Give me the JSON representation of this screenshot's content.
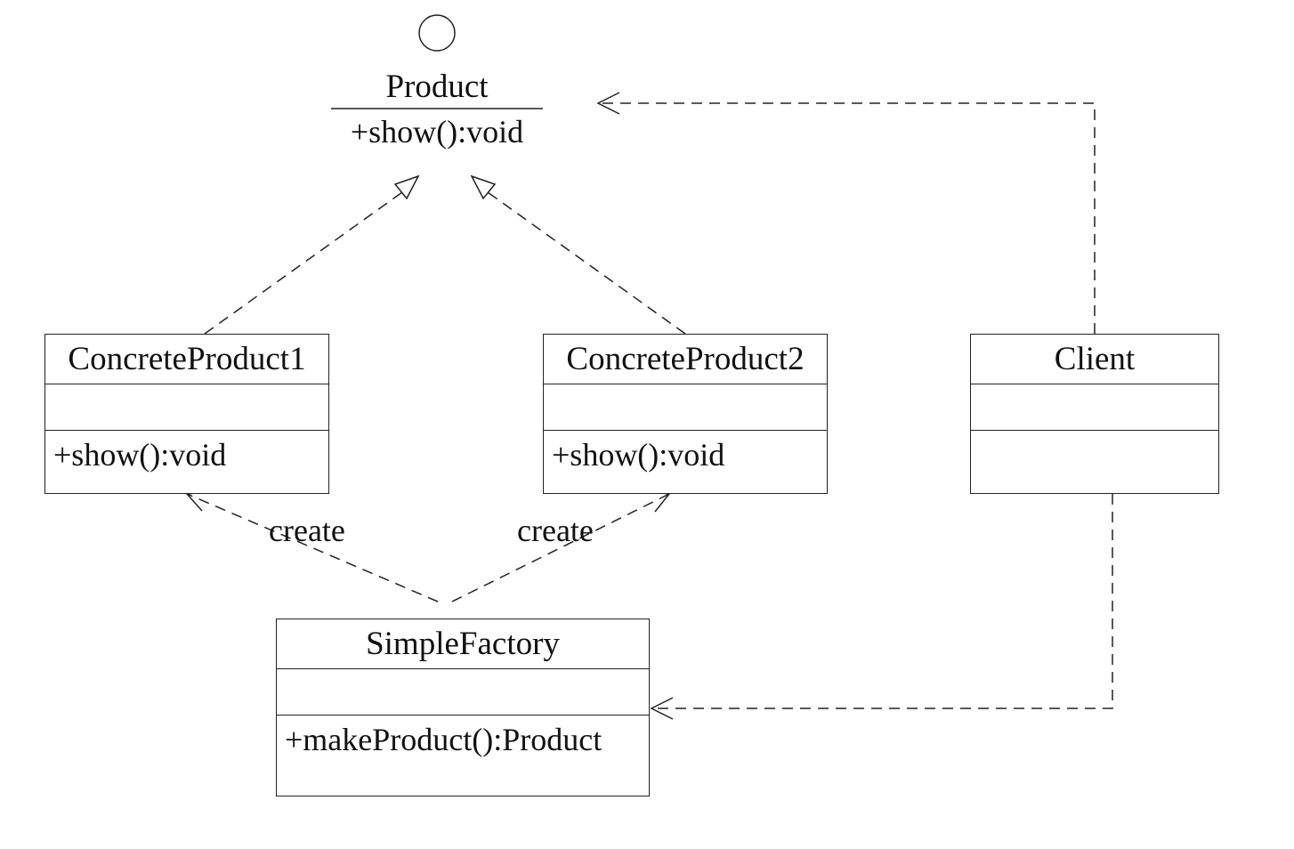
{
  "interface": {
    "name": "Product",
    "operation": "+show():void"
  },
  "classes": {
    "concrete_product_1": {
      "name": "ConcreteProduct1",
      "operation": "+show():void"
    },
    "concrete_product_2": {
      "name": "ConcreteProduct2",
      "operation": "+show():void"
    },
    "client": {
      "name": "Client",
      "operation": ""
    },
    "simple_factory": {
      "name": "SimpleFactory",
      "operation": "+makeProduct():Product"
    }
  },
  "relations": {
    "create_label_1": "create",
    "create_label_2": "create"
  },
  "colors": {
    "line": "#222222",
    "background": "#ffffff"
  }
}
